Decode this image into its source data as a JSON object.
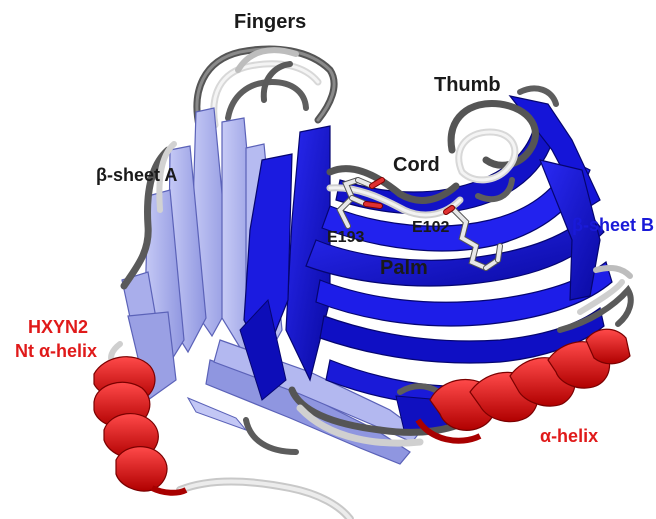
{
  "labels": {
    "fingers": "Fingers",
    "thumb": "Thumb",
    "cord": "Cord",
    "palm": "Palm",
    "beta_sheet_a": "β-sheet A",
    "beta_sheet_b": "β-sheet B",
    "residue_e193": "E193",
    "residue_e102": "E102",
    "nt_helix_line1": "HXYN2",
    "nt_helix_line2": "Nt α-helix",
    "alpha_helix": "α-helix"
  },
  "colors": {
    "beta_sheet_a": "#a8aeee",
    "beta_sheet_a_dark": "#7f86d8",
    "beta_sheet_b": "#1414e0",
    "beta_sheet_b_dark": "#0a0aa8",
    "helix": "#ee1a1a",
    "helix_dark": "#a80000",
    "loop_dark": "#5c5c5c",
    "loop_light": "#d4d4d4",
    "side_chain_carbon": "#e8e8e8",
    "side_chain_oxygen": "#e03030",
    "label_black": "#1a1a1a",
    "label_blue": "#1a1ad8",
    "label_red": "#e01a1a"
  }
}
